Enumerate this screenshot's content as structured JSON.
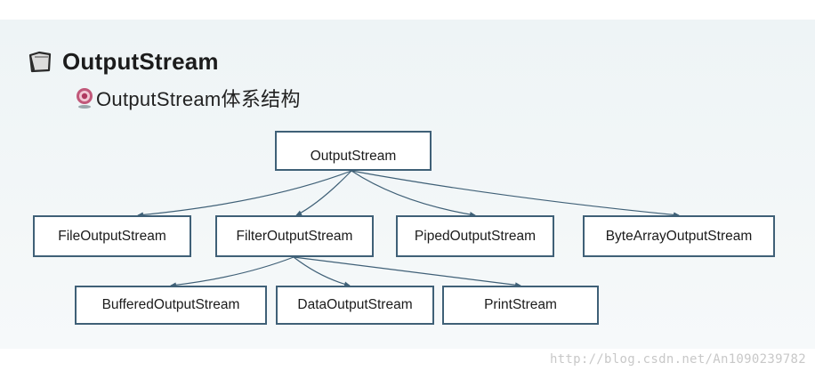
{
  "heading": {
    "text": "OutputStream",
    "icon": "folder-icon"
  },
  "subheading": {
    "text": "OutputStream体系结构",
    "icon": "target-bullet-icon"
  },
  "diagram": {
    "root": "OutputStream",
    "level1": [
      "FileOutputStream",
      "FilterOutputStream",
      "PipedOutputStream",
      "ByteArrayOutputStream"
    ],
    "level2": [
      "BufferedOutputStream",
      "DataOutputStream",
      "PrintStream"
    ],
    "edges": [
      [
        "OutputStream",
        "FileOutputStream"
      ],
      [
        "OutputStream",
        "FilterOutputStream"
      ],
      [
        "OutputStream",
        "PipedOutputStream"
      ],
      [
        "OutputStream",
        "ByteArrayOutputStream"
      ],
      [
        "FilterOutputStream",
        "BufferedOutputStream"
      ],
      [
        "FilterOutputStream",
        "DataOutputStream"
      ],
      [
        "FilterOutputStream",
        "PrintStream"
      ]
    ]
  },
  "watermark": "http://blog.csdn.net/An1090239782",
  "colors": {
    "box_border": "#3f6077",
    "connector": "#3f6077",
    "background": "#eef4f6"
  }
}
